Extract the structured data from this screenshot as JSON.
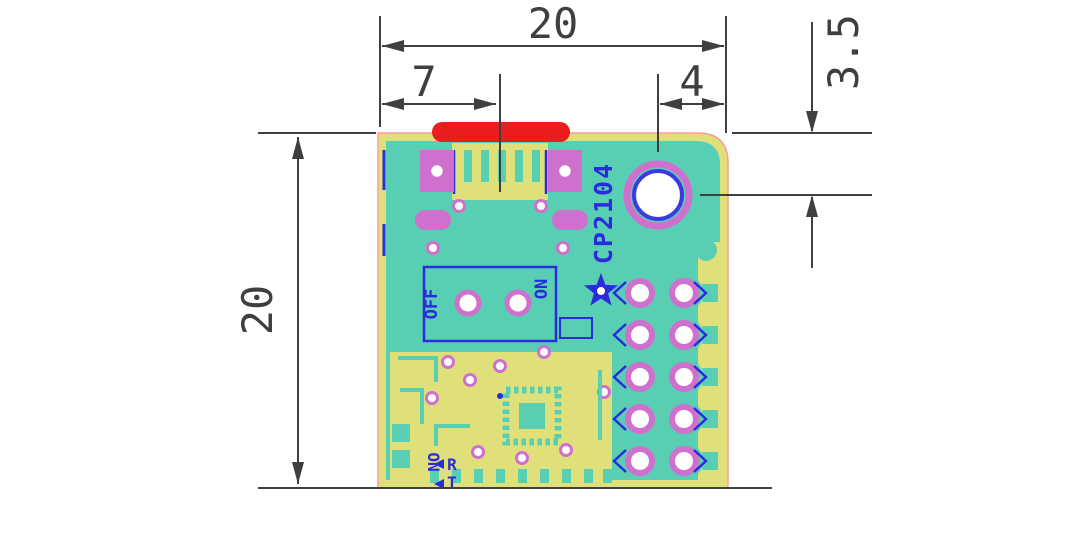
{
  "dims": {
    "board_width": "20",
    "board_height": "20",
    "usb_center_offset": "7",
    "hole_edge_offset": "4",
    "hole_top_offset": "3.5"
  },
  "silkscreen": {
    "chip": "CP2104",
    "switch_off": "OFF",
    "switch_on": "ON",
    "power": "ON",
    "rx": "R",
    "tx": "T"
  },
  "colors": {
    "board_mask": "#e0e07a",
    "copper": "#58cfb2",
    "pad_ring": "#cf70cf",
    "silkscreen": "#2b2bdd",
    "board_outline": "#ff9a9a",
    "usb_connector": "#ea1c1c",
    "dimension": "#3f3f3f",
    "background": "#ffffff"
  }
}
